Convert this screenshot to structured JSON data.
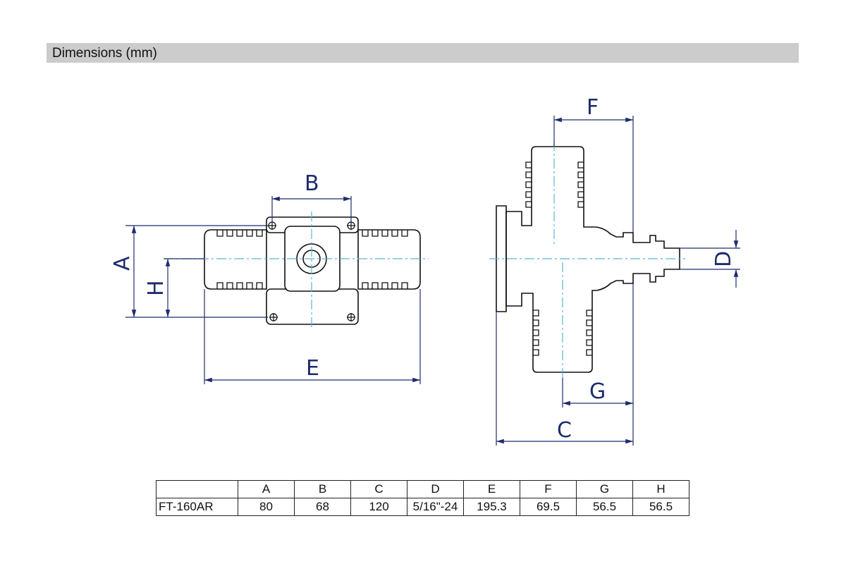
{
  "header": {
    "title": "Dimensions (mm)"
  },
  "diagram": {
    "labels": {
      "A": "A",
      "B": "B",
      "C": "C",
      "D": "D",
      "E": "E",
      "F": "F",
      "G": "G",
      "H": "H"
    },
    "colors": {
      "outline": "#111111",
      "dimension": "#1e2b6e",
      "centerline": "#5ab4d6",
      "header_bg": "#cccccc"
    }
  },
  "table": {
    "headers": [
      "",
      "A",
      "B",
      "C",
      "D",
      "E",
      "F",
      "G",
      "H"
    ],
    "rows": [
      [
        "FT-160AR",
        "80",
        "68",
        "120",
        "5/16\"-24",
        "195.3",
        "69.5",
        "56.5",
        "56.5"
      ]
    ]
  }
}
